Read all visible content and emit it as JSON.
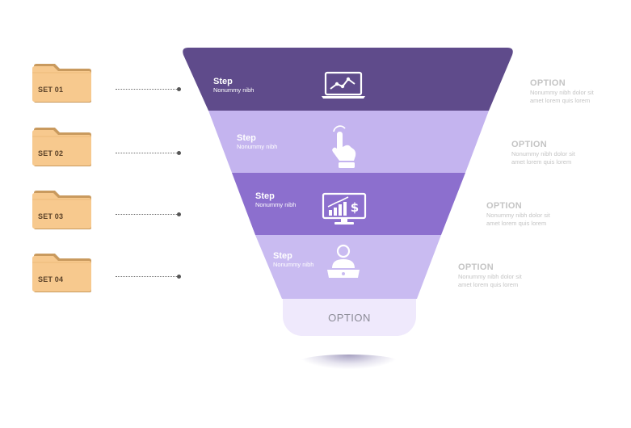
{
  "colors": {
    "band_1": "#5f4b8b",
    "band_2": "#c4b4ef",
    "band_3": "#8c6fce",
    "band_4": "#c9bbf1",
    "folder": "#f7c98e",
    "option_text": "#c4c4c4"
  },
  "sets": [
    {
      "label": "SET 01"
    },
    {
      "label": "SET 02"
    },
    {
      "label": "SET 03"
    },
    {
      "label": "SET 04"
    }
  ],
  "steps": [
    {
      "title": "Step",
      "subtitle": "Nonummy nibh",
      "icon": "laptop-chart-icon"
    },
    {
      "title": "Step",
      "subtitle": "Nonummy nibh",
      "icon": "hand-tap-icon"
    },
    {
      "title": "Step",
      "subtitle": "Nonummy nibh",
      "icon": "monitor-dollar-icon"
    },
    {
      "title": "Step",
      "subtitle": "Nonummy nibh",
      "icon": "user-laptop-icon"
    }
  ],
  "options": [
    {
      "title": "OPTION",
      "description": "Nonummy nibh dolor sit\namet lorem quis lorem"
    },
    {
      "title": "OPTION",
      "description": "Nonummy nibh dolor sit\namet lorem quis lorem"
    },
    {
      "title": "OPTION",
      "description": "Nonummy nibh dolor sit\namet lorem quis lorem"
    },
    {
      "title": "OPTION",
      "description": "Nonummy nibh dolor sit\namet lorem quis lorem"
    }
  ],
  "bottom_option": {
    "label": "OPTION"
  }
}
